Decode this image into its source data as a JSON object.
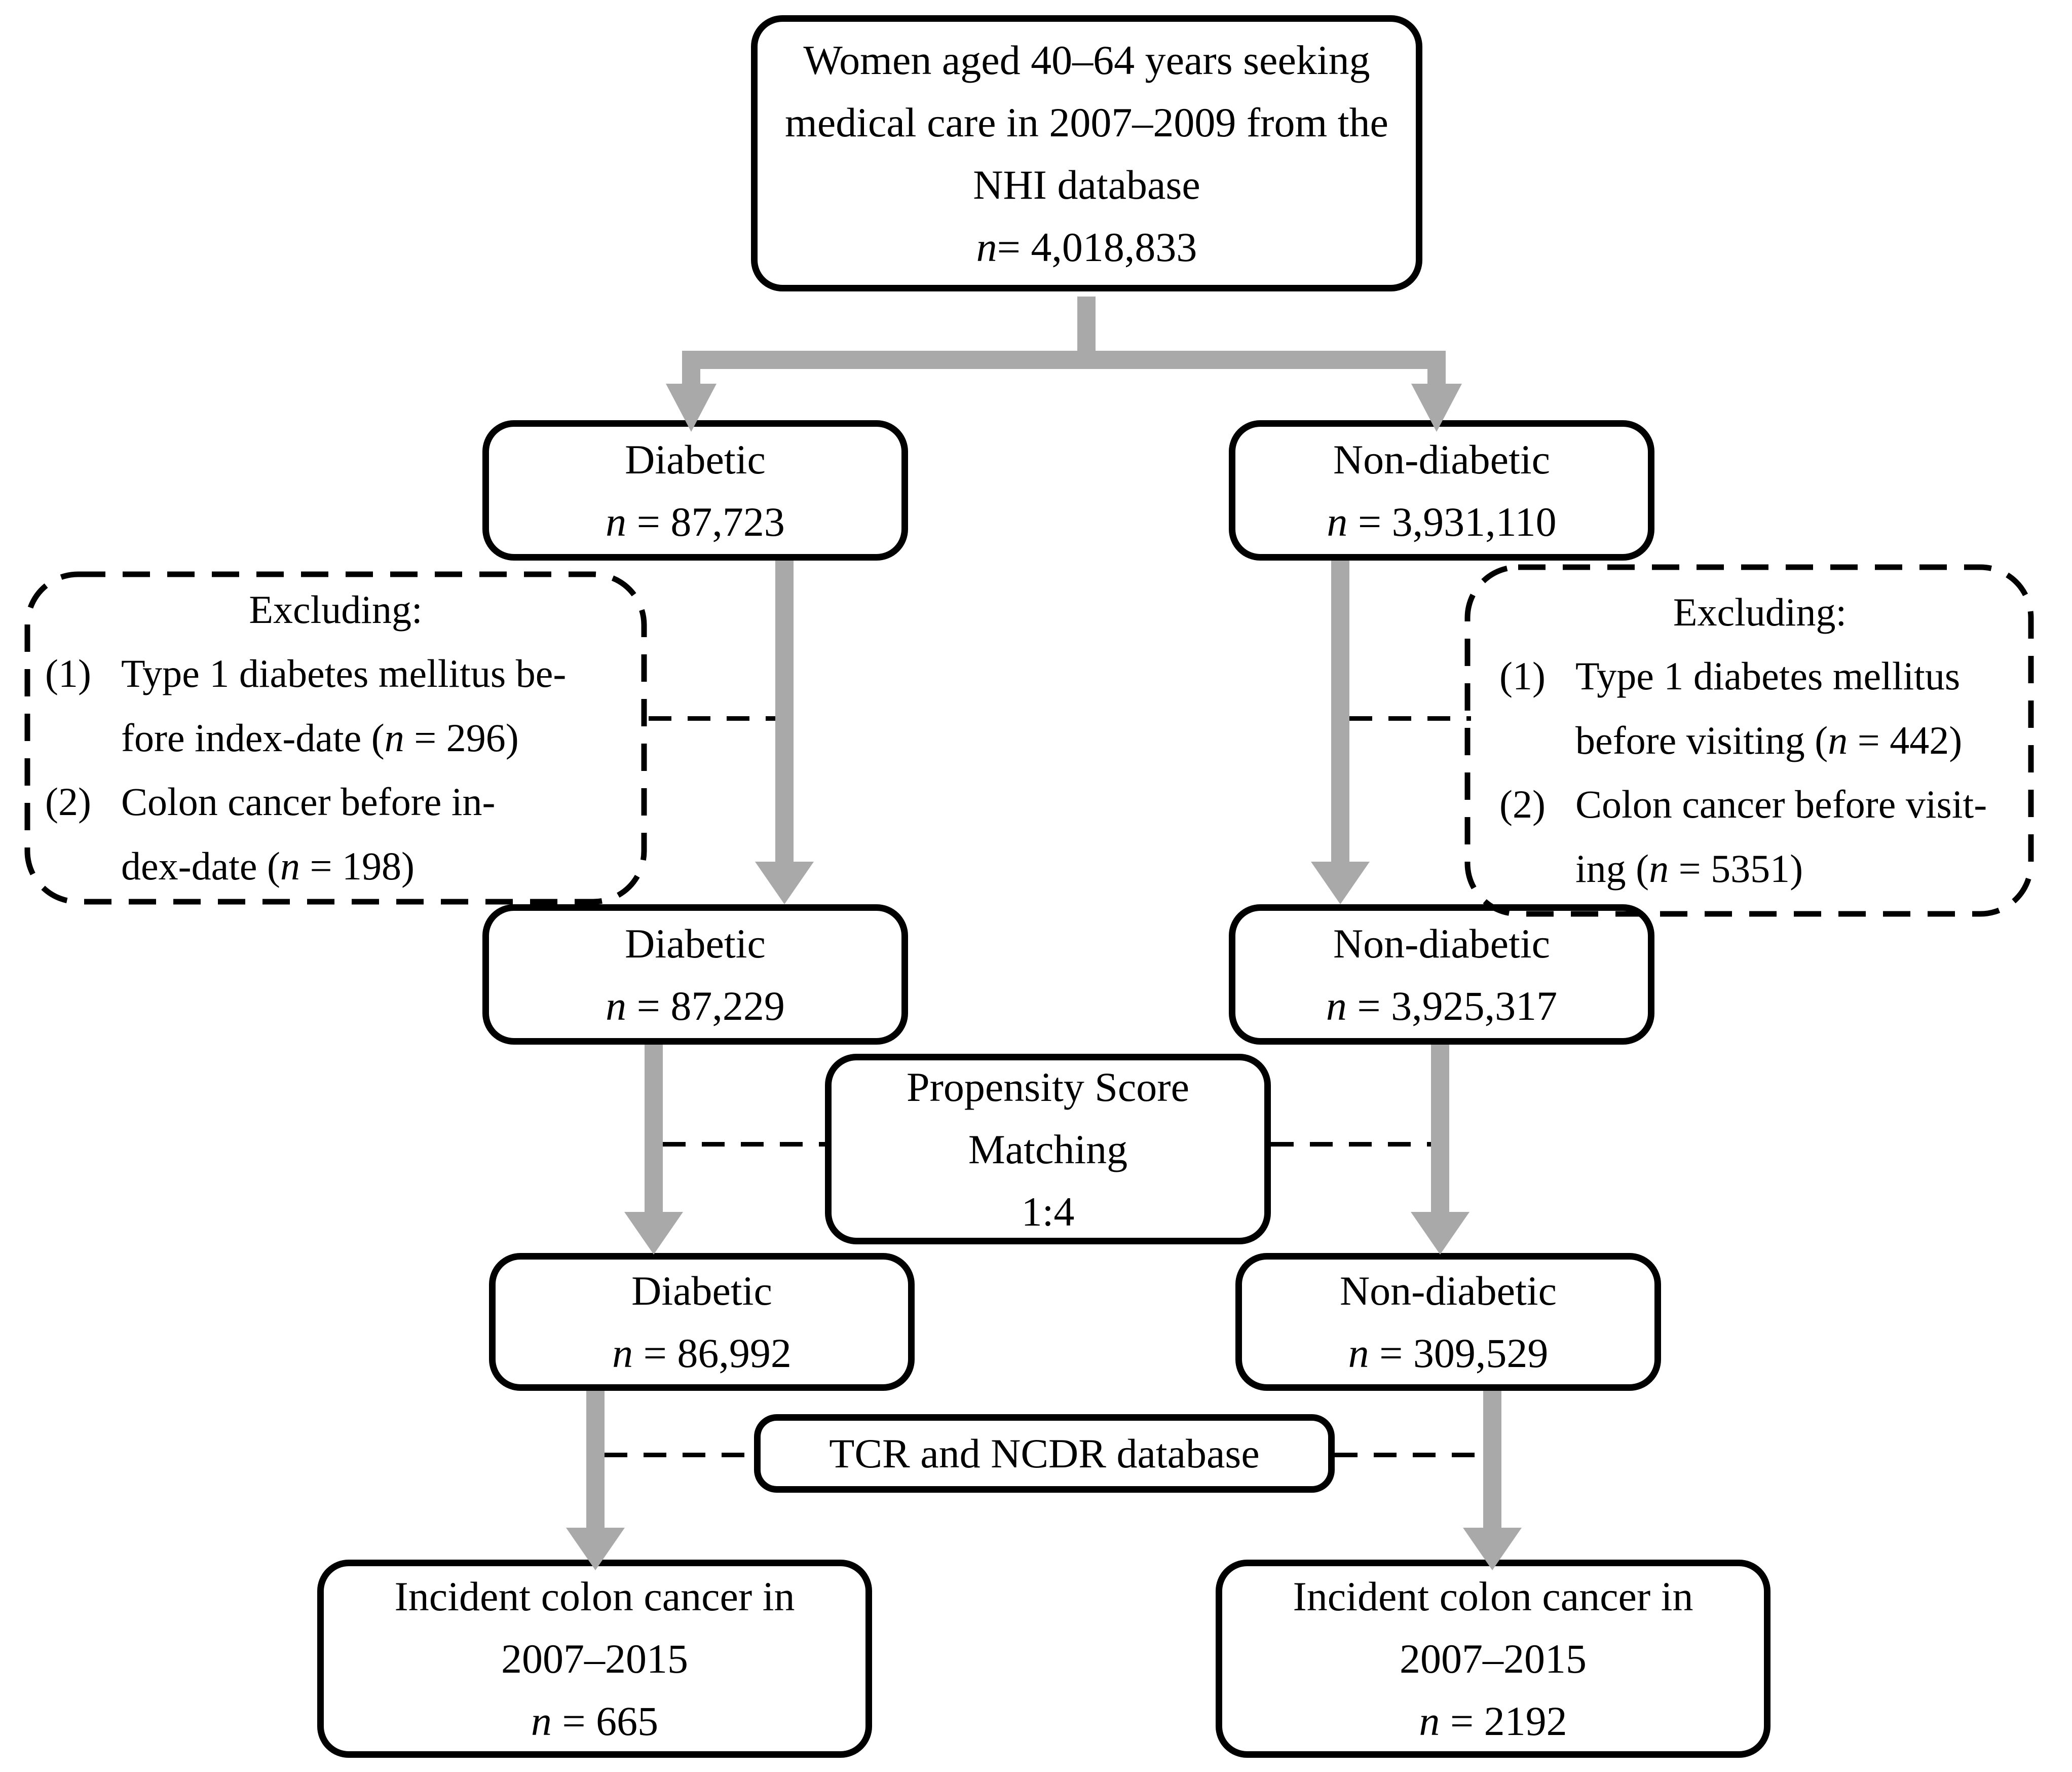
{
  "page": {
    "background": "#ffffff",
    "arrow_color": "#a9a9a9",
    "border_color": "#000000",
    "text_color": "#000000"
  },
  "boxes": {
    "source": {
      "lines": [
        [
          "Women aged 40–64 years seeking"
        ],
        [
          "medical care in 2007–2009 from the"
        ],
        [
          "NHI database"
        ],
        [
          {
            "i": "n"
          },
          "= 4,018,833"
        ]
      ]
    },
    "diabetic_initial": {
      "lines": [
        [
          "Diabetic"
        ],
        [
          {
            "i": "n"
          },
          " = 87,723"
        ]
      ]
    },
    "nondiabetic_initial": {
      "lines": [
        [
          "Non-diabetic"
        ],
        [
          {
            "i": "n"
          },
          " = 3,931,110"
        ]
      ]
    },
    "exclusion_diabetic": {
      "title": "Excluding:",
      "items": [
        {
          "marker": "(1)",
          "lines": [
            [
              "Type 1 diabetes mellitus be-"
            ],
            [
              "fore index-date (",
              {
                "i": "n"
              },
              " = 296)"
            ]
          ]
        },
        {
          "marker": "(2)",
          "lines": [
            [
              "Colon cancer before in-"
            ],
            [
              "dex-date (",
              {
                "i": "n"
              },
              " = 198)"
            ]
          ]
        }
      ]
    },
    "exclusion_nondiabetic": {
      "title": "Excluding:",
      "items": [
        {
          "marker": "(1)",
          "lines": [
            [
              "Type 1 diabetes mellitus"
            ],
            [
              "before visiting (",
              {
                "i": "n"
              },
              " = 442)"
            ]
          ]
        },
        {
          "marker": "(2)",
          "lines": [
            [
              "Colon cancer before visit-"
            ],
            [
              "ing (",
              {
                "i": "n"
              },
              " = 5351)"
            ]
          ]
        }
      ]
    },
    "diabetic_after_exclusion": {
      "lines": [
        [
          "Diabetic"
        ],
        [
          {
            "i": "n"
          },
          " = 87,229"
        ]
      ]
    },
    "nondiabetic_after_exclusion": {
      "lines": [
        [
          "Non-diabetic"
        ],
        [
          {
            "i": "n"
          },
          " = 3,925,317"
        ]
      ]
    },
    "propensity_matching": {
      "lines": [
        [
          "Propensity Score"
        ],
        [
          "Matching"
        ],
        [
          "1:4"
        ]
      ]
    },
    "diabetic_matched": {
      "lines": [
        [
          "Diabetic"
        ],
        [
          {
            "i": "n"
          },
          " = 86,992"
        ]
      ]
    },
    "nondiabetic_matched": {
      "lines": [
        [
          "Non-diabetic"
        ],
        [
          {
            "i": "n"
          },
          " = 309,529"
        ]
      ]
    },
    "tcr_ncdr": {
      "lines": [
        [
          "TCR and NCDR database"
        ]
      ]
    },
    "incident_diabetic": {
      "lines": [
        [
          "Incident colon cancer in"
        ],
        [
          "2007–2015"
        ],
        [
          {
            "i": "n"
          },
          " = 665"
        ]
      ]
    },
    "incident_nondiabetic": {
      "lines": [
        [
          "Incident colon cancer in"
        ],
        [
          "2007–2015"
        ],
        [
          {
            "i": "n"
          },
          " = 2192"
        ]
      ]
    }
  }
}
